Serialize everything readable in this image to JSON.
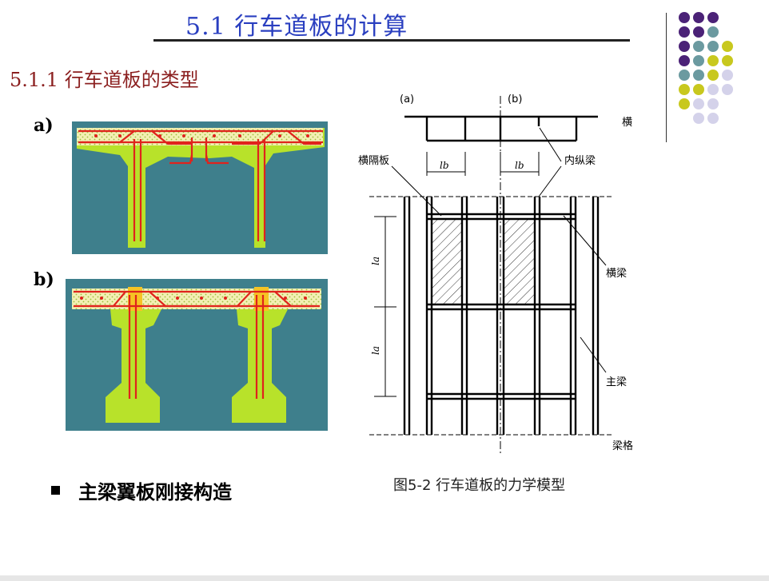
{
  "slide_title": "5.1     行车道板的计算",
  "section_title": "5.1.1 行车道板的类型",
  "panel_a_label": "a)",
  "panel_b_label": "b)",
  "bullet": "主梁翼板刚接构造",
  "figure_caption": "图5-2  行车道板的力学模型",
  "diagram_labels": {
    "a": "(a)",
    "b": "(b)",
    "heng": "横",
    "henggeban": "横隔板",
    "neizongliang": "内纵梁",
    "lb1": "lb",
    "lb2": "lb",
    "la1": "la",
    "la2": "la",
    "hengliang": "横梁",
    "zhuliang": "主梁",
    "lianggeng": "梁格"
  },
  "colors": {
    "title_blue": "#2a3fc0",
    "section_red": "#8b1f1f",
    "teal_bg": "#3e7f8c",
    "girder_green": "#b8e22a",
    "rebar_red": "#e0231c",
    "slab_yellow": "#f5f0b0",
    "purple": "#4b2277",
    "teal_dot": "#6b9aa0",
    "olive_dot": "#c8c81e",
    "lavender_dot": "#d4d2ea"
  },
  "dot_grid": [
    [
      "purple",
      "purple",
      "purple",
      ""
    ],
    [
      "purple",
      "purple",
      "teal",
      ""
    ],
    [
      "purple",
      "teal",
      "teal",
      "olive"
    ],
    [
      "purple",
      "teal",
      "olive",
      "olive"
    ],
    [
      "teal",
      "teal",
      "olive",
      "lavender"
    ],
    [
      "olive",
      "olive",
      "lavender",
      "lavender"
    ],
    [
      "olive",
      "lavender",
      "lavender",
      ""
    ],
    [
      "",
      "lavender",
      "lavender",
      ""
    ]
  ]
}
